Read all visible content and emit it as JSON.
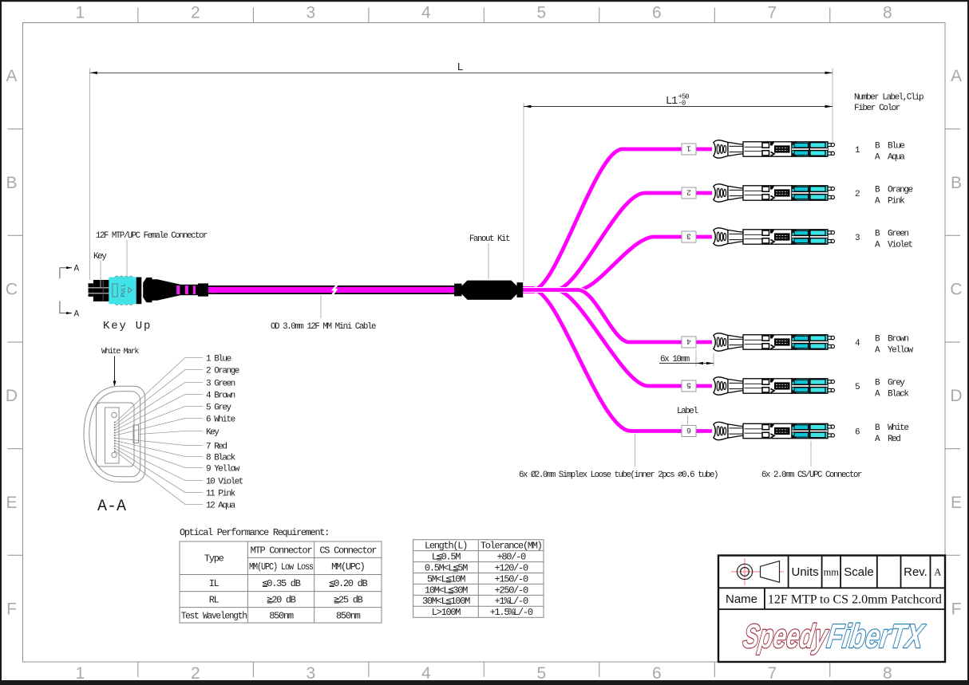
{
  "drawing_title": "12F MTP to CS 2.0mm Patchcord",
  "frame": {
    "columns": [
      "1",
      "2",
      "3",
      "4",
      "5",
      "6",
      "7",
      "8"
    ],
    "rows": [
      "A",
      "B",
      "C",
      "D",
      "E",
      "F"
    ]
  },
  "dimensions": {
    "overall_length": "L",
    "breakout_length": "L1",
    "breakout_tol_plus": "+50",
    "breakout_tol_minus": "-0",
    "stagger": "6x 10mm"
  },
  "callouts": {
    "mtp_connector": "12F MTP/UPC Female Connector",
    "key": "Key",
    "key_up": "Key Up",
    "trunk_cable": "OD 3.0mm 12F MM Mini Cable",
    "fanout_kit": "Fanout Kit",
    "white_mark": "White Mark",
    "branch_label": "Label",
    "loose_tube": "6x Ø2.0mm Simplex Loose tube(inner 2pcs ∅0.6 tube)",
    "cs_connector": "6x 2.0mm CS/UPC Connector",
    "clip_header_line1": "Number Label,Clip",
    "clip_header_line2": "Fiber Color",
    "section_name": "A-A",
    "section_arrow": "A",
    "pull_tab": "PULL"
  },
  "breakouts": [
    {
      "number": "1",
      "b_letter": "B",
      "b_color": "Blue",
      "a_letter": "A",
      "a_color": "Aqua"
    },
    {
      "number": "2",
      "b_letter": "B",
      "b_color": "Orange",
      "a_letter": "A",
      "a_color": "Pink"
    },
    {
      "number": "3",
      "b_letter": "B",
      "b_color": "Green",
      "a_letter": "A",
      "a_color": "Violet"
    },
    {
      "number": "4",
      "b_letter": "B",
      "b_color": "Brown",
      "a_letter": "A",
      "a_color": "Yellow"
    },
    {
      "number": "5",
      "b_letter": "B",
      "b_color": "Grey",
      "a_letter": "A",
      "a_color": "Black"
    },
    {
      "number": "6",
      "b_letter": "B",
      "b_color": "White",
      "a_letter": "A",
      "a_color": "Red"
    }
  ],
  "fiber_legend": [
    "1 Blue",
    "2 Orange",
    "3 Green",
    "4 Brown",
    "5 Grey",
    "6 White",
    "Key",
    "7 Red",
    "8 Black",
    "9 Yellow",
    "10 Violet",
    "11 Pink",
    "12 Aqua"
  ],
  "perf_table": {
    "title": "Optical Performance Requirement:",
    "col_type": "Type",
    "col_mtp": "MTP Connector",
    "col_cs": "CS Connector",
    "sub_mtp": "MM(UPC) Low Loss",
    "sub_cs": "MM(UPC)",
    "rows": [
      {
        "name": "IL",
        "mtp": "≦0.35 dB",
        "cs": "≦0.20 dB"
      },
      {
        "name": "RL",
        "mtp": "≧20 dB",
        "cs": "≧25 dB"
      },
      {
        "name": "Test Wavelength",
        "mtp": "850nm",
        "cs": "850nm"
      }
    ]
  },
  "tolerance_table": {
    "col_length": "Length(L)",
    "col_tolerance": "Tolerance(MM)",
    "rows": [
      {
        "length": "L≦0.5M",
        "tolerance": "+80/-0"
      },
      {
        "length": "0.5M<L≦5M",
        "tolerance": "+120/-0"
      },
      {
        "length": "5M<L≦10M",
        "tolerance": "+150/-0"
      },
      {
        "length": "10M<L≦30M",
        "tolerance": "+250/-0"
      },
      {
        "length": "30M<L≦100M",
        "tolerance": "+1%L/-0"
      },
      {
        "length": "L>100M",
        "tolerance": "+1.5%L/-0"
      }
    ]
  },
  "title_block": {
    "units_label": "Units",
    "units_value": "mm",
    "scale_label": "Scale",
    "scale_value": "",
    "rev_label": "Rev.",
    "rev_value": "A",
    "name_label": "Name",
    "name_value": "12F MTP to CS 2.0mm Patchcord",
    "logo_part1": "Speedy",
    "logo_part2": "FiberTX"
  },
  "colors": {
    "cable_magenta": "#ff00ff",
    "connector_aqua": "#3fe3e8",
    "aqua_dark": "#10c2d2",
    "logo_red": "#9c2337",
    "logo_blue": "#1b7ab5",
    "line_black": "#000000",
    "leader_grey": "#b3b3b3",
    "frame_grey": "#a9a9a9"
  }
}
